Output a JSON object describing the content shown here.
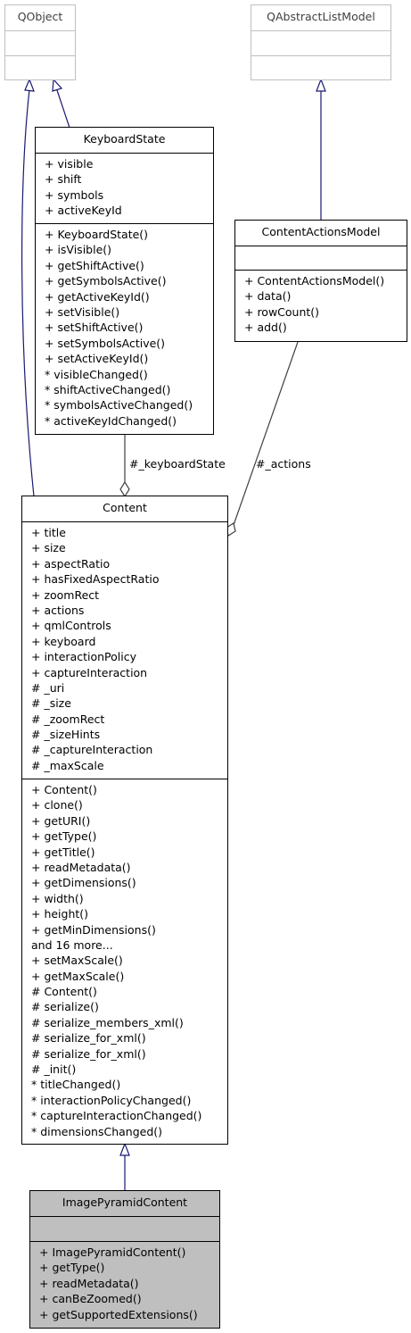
{
  "classes": {
    "qobject": {
      "name": "QObject",
      "attributes": [],
      "methods": []
    },
    "qabstractlistmodel": {
      "name": "QAbstractListModel",
      "attributes": [],
      "methods": []
    },
    "keyboardstate": {
      "name": "KeyboardState",
      "attributes": [
        "+ visible",
        "+ shift",
        "+ symbols",
        "+ activeKeyId"
      ],
      "methods": [
        "+ KeyboardState()",
        "+ isVisible()",
        "+ getShiftActive()",
        "+ getSymbolsActive()",
        "+ getActiveKeyId()",
        "+ setVisible()",
        "+ setShiftActive()",
        "+ setSymbolsActive()",
        "+ setActiveKeyId()",
        "* visibleChanged()",
        "* shiftActiveChanged()",
        "* symbolsActiveChanged()",
        "* activeKeyIdChanged()"
      ]
    },
    "contentactionsmodel": {
      "name": "ContentActionsModel",
      "attributes": [],
      "methods": [
        "+ ContentActionsModel()",
        "+ data()",
        "+ rowCount()",
        "+ add()"
      ]
    },
    "content": {
      "name": "Content",
      "attributes": [
        "+ title",
        "+ size",
        "+ aspectRatio",
        "+ hasFixedAspectRatio",
        "+ zoomRect",
        "+ actions",
        "+ qmlControls",
        "+ keyboard",
        "+ interactionPolicy",
        "+ captureInteraction",
        "# _uri",
        "# _size",
        "# _zoomRect",
        "# _sizeHints",
        "# _captureInteraction",
        "# _maxScale"
      ],
      "methods": [
        "+ Content()",
        "+ clone()",
        "+ getURI()",
        "+ getType()",
        "+ getTitle()",
        "+ readMetadata()",
        "+ getDimensions()",
        "+ width()",
        "+ height()",
        "+ getMinDimensions()",
        "and 16 more...",
        "+ setMaxScale()",
        "+ getMaxScale()",
        "# Content()",
        "# serialize()",
        "# serialize_members_xml()",
        "# serialize_for_xml()",
        "# serialize_for_xml()",
        "# _init()",
        "* titleChanged()",
        "* interactionPolicyChanged()",
        "* captureInteractionChanged()",
        "* dimensionsChanged()"
      ]
    },
    "imagepyramidcontent": {
      "name": "ImagePyramidContent",
      "attributes": [],
      "methods": [
        "+ ImagePyramidContent()",
        "+ getType()",
        "+ readMetadata()",
        "+ canBeZoomed()",
        "+ getSupportedExtensions()"
      ]
    }
  },
  "edges": {
    "keyboard_state_label": "#_keyboardState",
    "actions_label": "#_actions"
  },
  "colors": {
    "inheritance": "#191970",
    "association": "#404040",
    "external_border": "#bfbfbf",
    "highlight_fill": "#bfbfbf"
  }
}
